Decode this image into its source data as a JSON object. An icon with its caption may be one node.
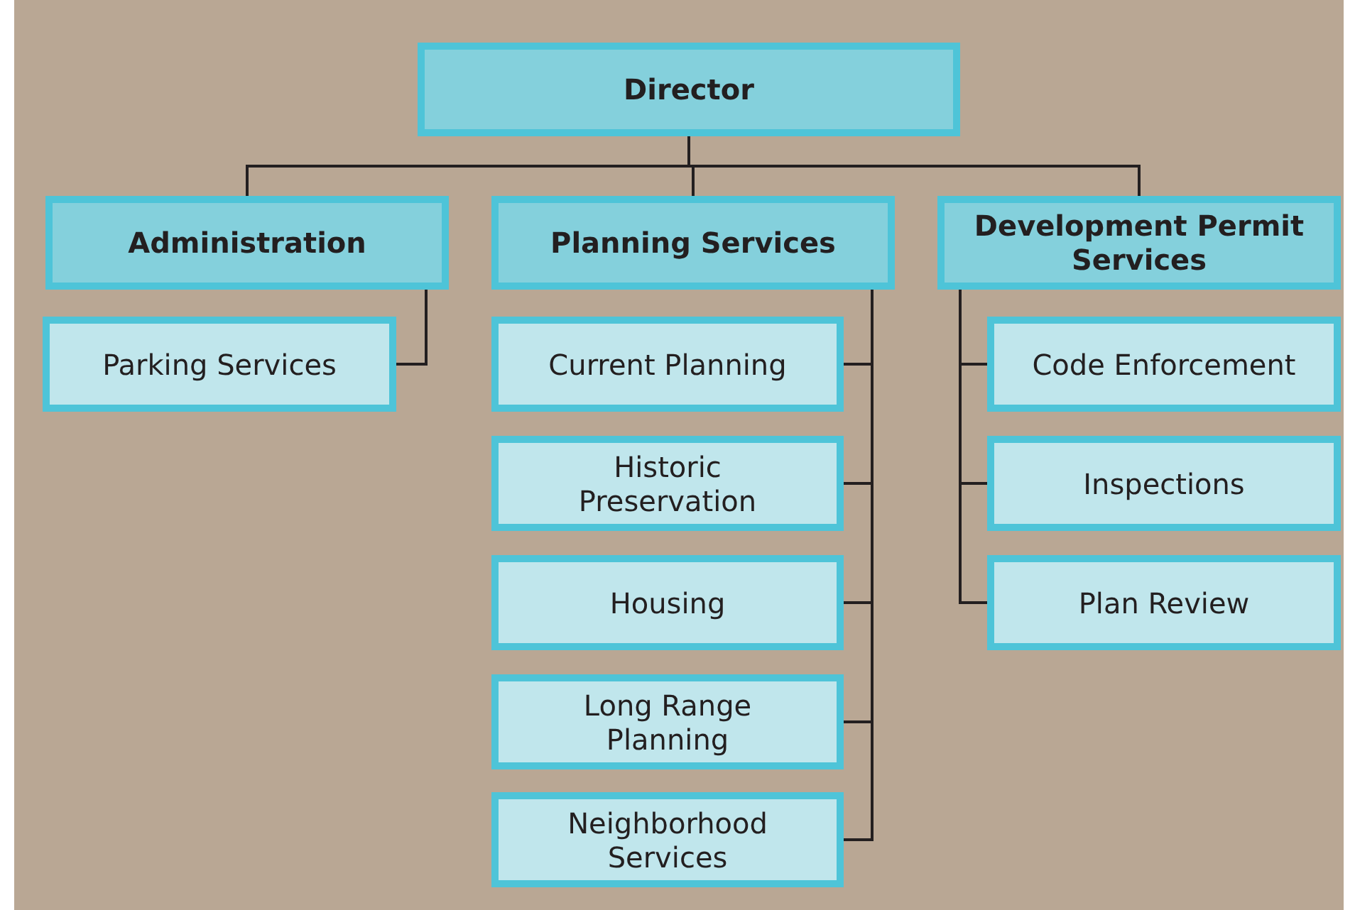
{
  "diagram": {
    "nodes": [
      {
        "text": [
          "Director"
        ]
      },
      {
        "text": [
          "Administration"
        ]
      },
      {
        "text": [
          "Planning Services"
        ]
      },
      {
        "text": [
          "Development Permit Services"
        ]
      },
      {
        "text": [
          "Parking Services"
        ]
      },
      {
        "text": [
          "Current Planning"
        ]
      },
      {
        "text": [
          "Historic Preservation"
        ]
      },
      {
        "text": [
          "Housing"
        ]
      },
      {
        "text": [
          "Long Range Planning"
        ]
      },
      {
        "text": [
          "Neighborhood Services"
        ]
      },
      {
        "text": [
          "Code Enforcement"
        ]
      },
      {
        "text": [
          "Inspections"
        ]
      },
      {
        "text": [
          "Plan Review"
        ]
      }
    ],
    "edges": [
      {
        "from": 0,
        "to": 1,
        "arrow": "none"
      },
      {
        "from": 0,
        "to": 2,
        "arrow": "none"
      },
      {
        "from": 0,
        "to": 3,
        "arrow": "none"
      },
      {
        "from": 1,
        "to": 4,
        "arrow": "none"
      },
      {
        "from": 2,
        "to": 5,
        "arrow": "none"
      },
      {
        "from": 2,
        "to": 6,
        "arrow": "none"
      },
      {
        "from": 2,
        "to": 7,
        "arrow": "none"
      },
      {
        "from": 2,
        "to": 8,
        "arrow": "none"
      },
      {
        "from": 2,
        "to": 9,
        "arrow": "none"
      },
      {
        "from": 3,
        "to": 10,
        "arrow": "none"
      },
      {
        "from": 3,
        "to": 11,
        "arrow": "none"
      },
      {
        "from": 3,
        "to": 12,
        "arrow": "none"
      }
    ]
  }
}
